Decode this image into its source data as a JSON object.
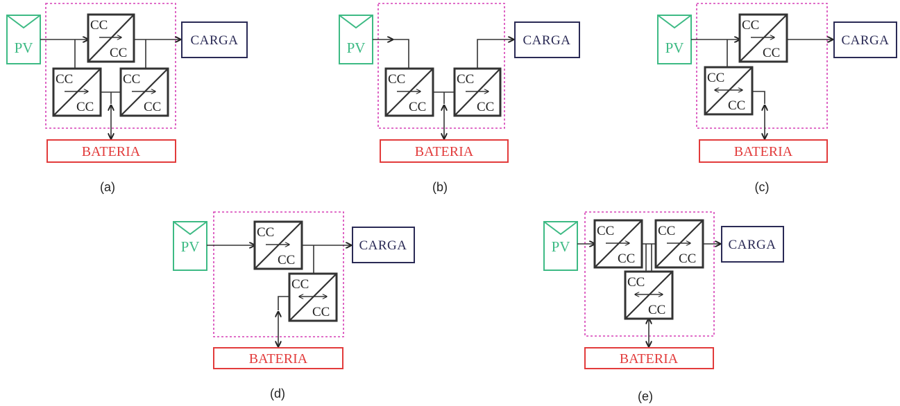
{
  "labels": {
    "pv": "PV",
    "carga": "CARGA",
    "bateria": "BATERIA",
    "cc": "CC"
  },
  "captions": {
    "a": "(a)",
    "b": "(b)",
    "c": "(c)",
    "d": "(d)",
    "e": "(e)"
  },
  "colors": {
    "pv": "#3dba84",
    "carga": "#2a2a55",
    "bateria": "#e23b3b",
    "boundary": "#d63fb6",
    "converter": "#333333"
  }
}
